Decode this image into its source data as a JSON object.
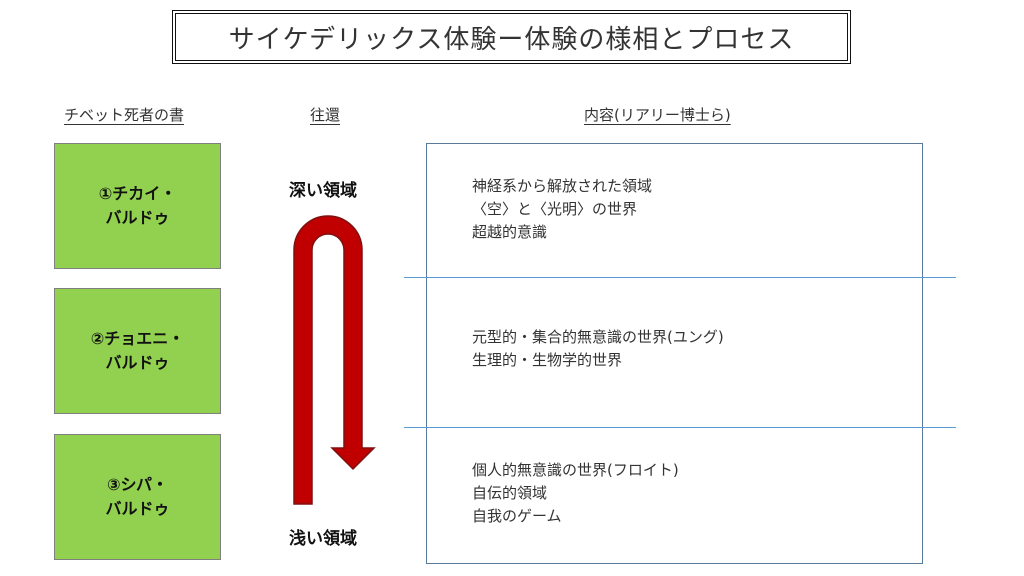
{
  "title": "サイケデリックス体験ー体験の様相とプロセス",
  "headers": {
    "tibetan": "チベット死者の書",
    "round_trip": "往還",
    "content": "内容(リアリー博士ら)"
  },
  "stages": [
    {
      "line1": "①チカイ・",
      "line2": "バルドゥ"
    },
    {
      "line1": "②チョエニ・",
      "line2": "バルドゥ"
    },
    {
      "line1": "③シパ・",
      "line2": "バルドゥ"
    }
  ],
  "depth": {
    "deep": "深い領域",
    "shallow": "浅い領域"
  },
  "contents": [
    {
      "lines": [
        "神経系から解放された領域",
        "〈空〉と〈光明〉の世界",
        "超越的意識"
      ]
    },
    {
      "lines": [
        "元型的・集合的無意識の世界(ユング)",
        "生理的・生物学的世界"
      ]
    },
    {
      "lines": [
        "個人的無意識の世界(フロイト)",
        "自伝的領域",
        "自我のゲーム"
      ]
    }
  ],
  "colors": {
    "stage_fill": "#92d050",
    "arrow_fill": "#c00000",
    "divider": "#5b9bd5"
  }
}
